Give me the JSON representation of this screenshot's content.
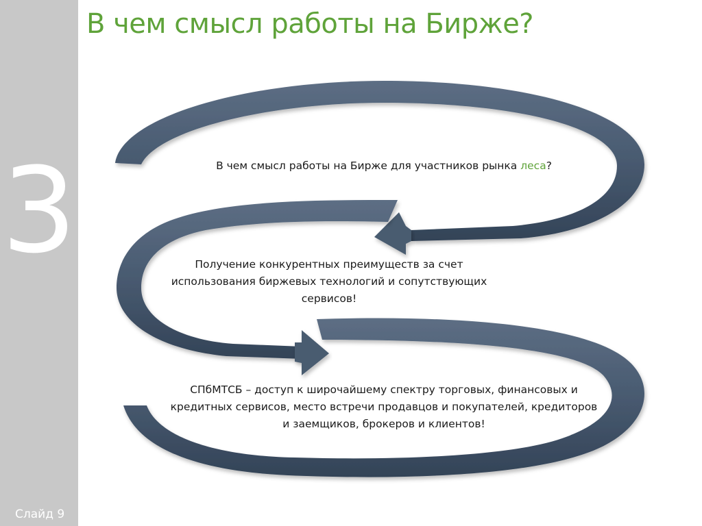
{
  "title": "В чем смысл работы на Бирже?",
  "sidebar": {
    "big_number": "3",
    "slide_label": "Слайд 9"
  },
  "steps": [
    {
      "text_before": "В чем смысл работы на Бирже для участников рынка ",
      "text_highlight": "леса",
      "text_after": "?"
    },
    {
      "lines": [
        "Получение конкурентных преимуществ за счет",
        "использования биржевых технологий и сопутствующих",
        "сервисов!"
      ]
    },
    {
      "lines": [
        "СПбМТСБ – доступ к широчайшему спектру торговых, финансовых и",
        "кредитных сервисов, место встречи продавцов и покупателей, кредиторов",
        "и заемщиков, брокеров и клиентов!"
      ]
    }
  ],
  "colors": {
    "title_green": "#5fa33a",
    "arrow": "#4a5a6e",
    "sidebar": "#c8c8c8"
  }
}
